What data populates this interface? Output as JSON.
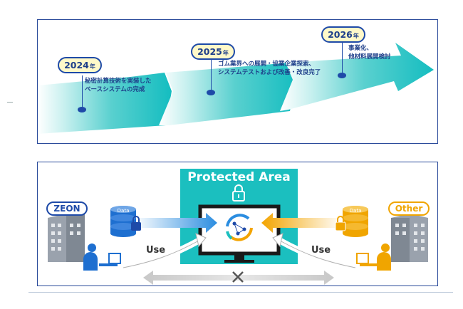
{
  "timeline": {
    "milestones": [
      {
        "year": "2024",
        "unit": "年",
        "lines": [
          "秘密計算技術を実装した",
          "ベースシステムの完成"
        ]
      },
      {
        "year": "2025",
        "unit": "年",
        "lines": [
          "ゴム業界への展開・協業企業探索、",
          "システムテストおよび改善・改良完了"
        ]
      },
      {
        "year": "2026",
        "unit": "年",
        "lines": [
          "事業化、",
          "他材料展開検討"
        ]
      }
    ]
  },
  "diagram": {
    "protected_area_label": "Protected Area",
    "left_company": "ZEON",
    "right_company": "Other",
    "left_data_label": "Data",
    "right_data_label": "Data",
    "left_use_label": "Use",
    "right_use_label": "Use",
    "colors": {
      "left": "#1e4aa8",
      "right": "#f0a500",
      "protected": "#1bbfbf"
    },
    "icons": [
      "lock-icon",
      "building-icon",
      "database-icon",
      "monitor-icon",
      "person-at-laptop-icon",
      "no-direct-exchange-icon",
      "cycle-icon"
    ]
  }
}
